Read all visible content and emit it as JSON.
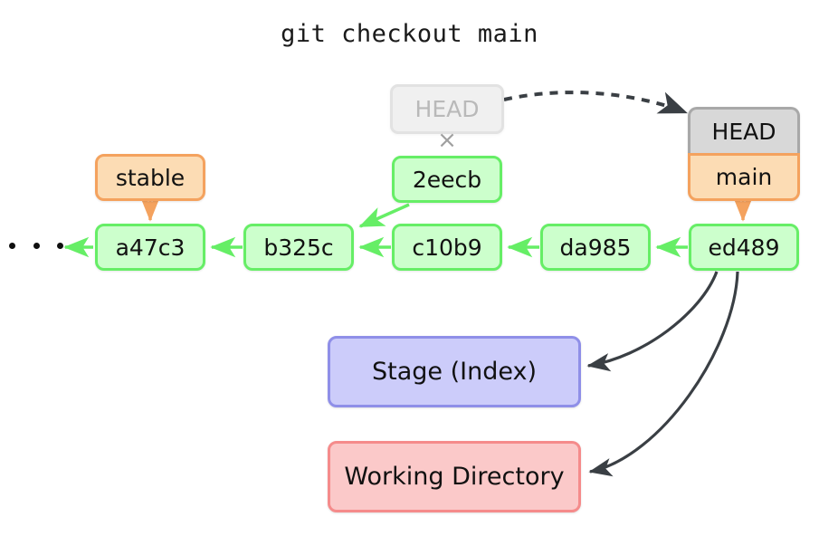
{
  "title": "git checkout main",
  "colors": {
    "commit_fill": "#ccffcc",
    "commit_border": "#66ee66",
    "branch_fill": "#fcdcb4",
    "branch_border": "#f4a25e",
    "head_fill": "#d8d8d8",
    "head_border": "#a8a8a8",
    "head_faded_fill": "#f0f0f0",
    "head_faded_text": "#b9b9b9",
    "stage_fill": "#ccccfa",
    "stage_border": "#8f8fe8",
    "workdir_fill": "#fbc9c9",
    "workdir_border": "#f58b8b",
    "arrow_dark": "#3a3f44",
    "text": "#111111"
  },
  "ellipsis": "...",
  "x_mark": "×",
  "commits": [
    {
      "id": "a47c3",
      "label": "a47c3"
    },
    {
      "id": "b325c",
      "label": "b325c"
    },
    {
      "id": "c10b9",
      "label": "c10b9"
    },
    {
      "id": "da985",
      "label": "da985"
    },
    {
      "id": "ed489",
      "label": "ed489"
    },
    {
      "id": "2eecb",
      "label": "2eecb"
    }
  ],
  "labels": {
    "stable": "stable",
    "main": "main",
    "head": "HEAD",
    "head_old": "HEAD"
  },
  "areas": {
    "stage": "Stage (Index)",
    "working_directory": "Working Directory"
  },
  "edges": {
    "head_move": "dashed curved arrow from old HEAD to new HEAD",
    "head_detach": "X mark cancelling old HEAD to 2eecb link",
    "stable_to_a47c3": "orange arrow",
    "main_to_ed489": "orange arrow",
    "ed489_to_stage": "dark curved arrow",
    "ed489_to_workdir": "dark curved arrow"
  }
}
